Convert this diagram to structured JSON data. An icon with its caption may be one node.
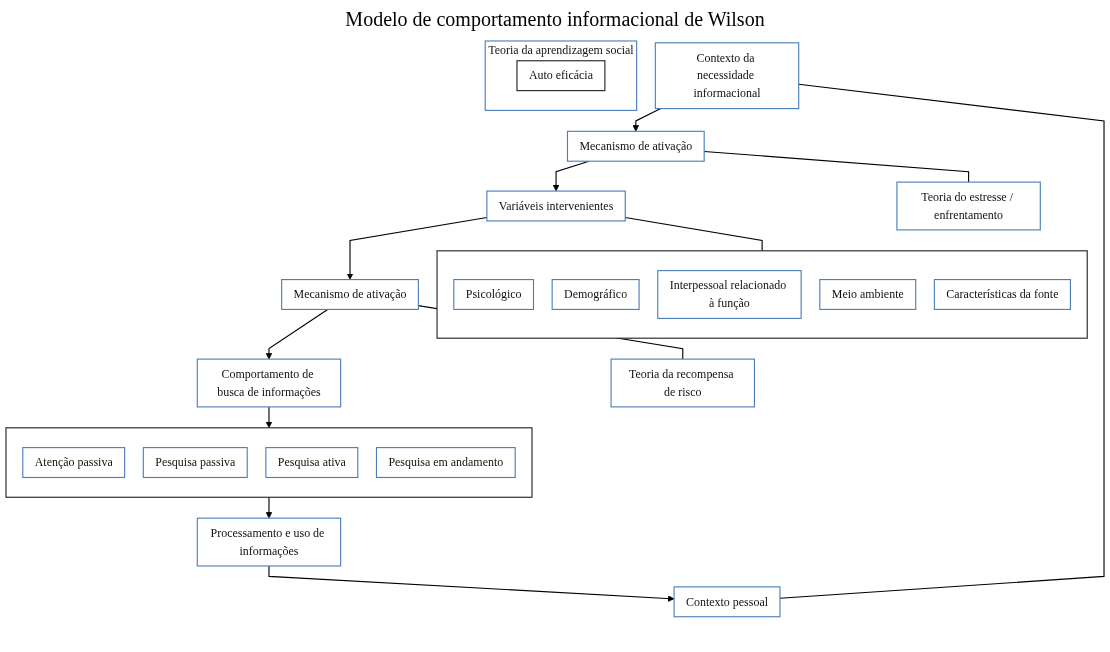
{
  "diagram": {
    "title": "Modelo de comportamento informacional de Wilson",
    "nodes": [
      {
        "text": [
          "Contexto da necessidade informacional"
        ]
      },
      {
        "text": [
          "Mecanismo de ativação"
        ]
      },
      {
        "text": [
          "Variáveis intervenientes"
        ]
      },
      {
        "text": [
          "Mecanismo de ativação"
        ]
      },
      {
        "text": [
          "Comportamento de busca de informações"
        ]
      },
      {
        "text": [
          "Contexto pessoal"
        ]
      },
      {
        "text": [
          "Teoria do estresse / enfrentamento"
        ]
      },
      {
        "text": [],
        "shape": "box"
      },
      {
        "text": [
          "Psicológico"
        ],
        "in": 7
      },
      {
        "text": [
          "Demográfico"
        ],
        "in": 7
      },
      {
        "text": [
          "Interpessoal relacionado à função"
        ],
        "in": 7
      },
      {
        "text": [
          "Meio ambiente"
        ],
        "in": 7
      },
      {
        "text": [
          "Características da fonte"
        ],
        "in": 7
      },
      {
        "text": [
          "Teoria da recompensa de risco"
        ]
      },
      {
        "text": [
          "Teoria da aprendizagem social"
        ]
      },
      {
        "text": [
          "Auto eficácia"
        ],
        "in": 14
      },
      {
        "text": [],
        "shape": "box"
      },
      {
        "text": [
          "Atenção passiva"
        ],
        "in": 16
      },
      {
        "text": [
          "Pesquisa passiva"
        ],
        "in": 16
      },
      {
        "text": [
          "Pesquisa ativa"
        ],
        "in": 16
      },
      {
        "text": [
          "Pesquisa em andamento"
        ],
        "in": 16
      },
      {
        "text": [
          "Processamento e uso de informações"
        ]
      }
    ],
    "edges": [
      {
        "from": 0,
        "to": 1,
        "arrow": "to"
      },
      {
        "from": 1,
        "to": 2,
        "arrow": "to"
      },
      {
        "from": 2,
        "to": 3,
        "arrow": "to"
      },
      {
        "from": 3,
        "to": 4,
        "arrow": "to"
      },
      {
        "from": 4,
        "to": 16,
        "arrow": "to"
      },
      {
        "from": 0,
        "to": 5,
        "arrow": "none"
      },
      {
        "from": 1,
        "to": 6,
        "arrow": "none"
      },
      {
        "from": 2,
        "to": 7,
        "arrow": "none"
      },
      {
        "from": 3,
        "to": 13,
        "arrow": "none"
      },
      {
        "from": 21,
        "to": 5,
        "arrow": "to"
      },
      {
        "from": 16,
        "to": 21,
        "arrow": "to"
      }
    ]
  }
}
